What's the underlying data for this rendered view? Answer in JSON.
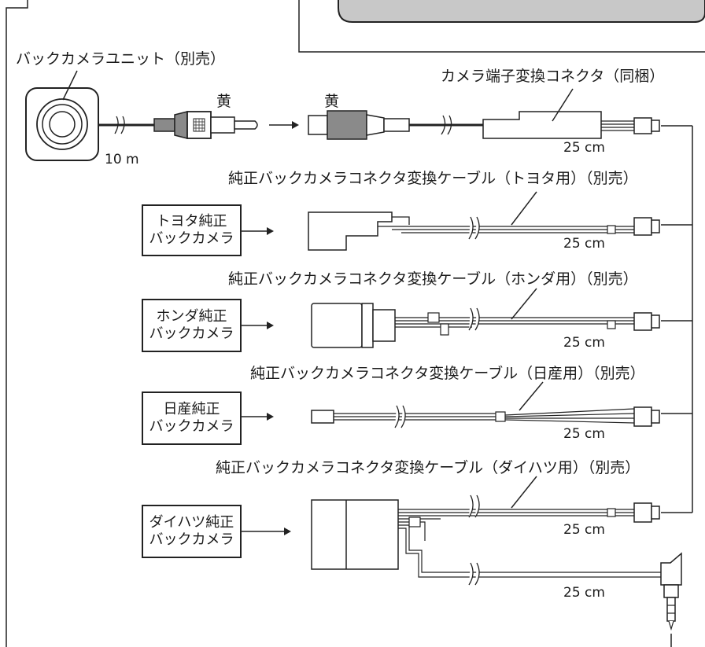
{
  "camera": {
    "name": "バックカメラユニット（別売）",
    "cable_length": "10 m"
  },
  "rca": {
    "left_color": "黄",
    "right_color": "黄"
  },
  "converter": {
    "name": "カメラ端子変換コネクタ（同梱）",
    "length": "25 cm"
  },
  "cables": [
    {
      "title": "純正バックカメラコネクタ変換ケーブル（トヨタ用）（別売）",
      "source_line1": "トヨタ純正",
      "source_line2": "バックカメラ",
      "length": "25 cm"
    },
    {
      "title": "純正バックカメラコネクタ変換ケーブル（ホンダ用）（別売）",
      "source_line1": "ホンダ純正",
      "source_line2": "バックカメラ",
      "length": "25 cm"
    },
    {
      "title": "純正バックカメラコネクタ変換ケーブル（日産用）（別売）",
      "source_line1": "日産純正",
      "source_line2": "バックカメラ",
      "length": "25 cm"
    },
    {
      "title": "純正バックカメラコネクタ変換ケーブル（ダイハツ用）（別売）",
      "source_line1": "ダイハツ純正",
      "source_line2": "バックカメラ",
      "length": "25 cm",
      "audio_length": "25 cm"
    }
  ]
}
